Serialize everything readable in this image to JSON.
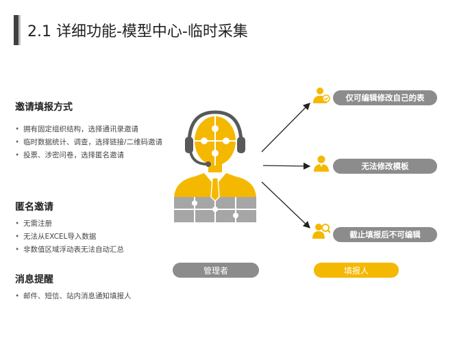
{
  "title": "2.1 详细功能-模型中心-临时采集",
  "sections": [
    {
      "title": "邀请填报方式",
      "items": [
        "拥有固定组织结构，选择通讯录邀请",
        "临时数据统计、调查，选择链接/二维码邀请",
        "投票、涉密问卷，选择匿名邀请"
      ]
    },
    {
      "title": "匿名邀请",
      "items": [
        "无需注册",
        "无法从EXCEL导入数据",
        "非数值区域浮动表无法自动汇总"
      ]
    },
    {
      "title": "消息提醒",
      "items": [
        "邮件、短信、站内消息通知填报人"
      ]
    }
  ],
  "outcomes": [
    "仅可编辑修改自己的表",
    "无法修改模板",
    "截止填报后不可编辑"
  ],
  "roles": {
    "manager": "管理者",
    "reporter": "填报人"
  },
  "colors": {
    "accent": "#f5b800",
    "gray": "#8c8c8c",
    "dark": "#404040"
  },
  "icons": {
    "figure": "headset-puzzle-person-icon",
    "outcome_1": "user-check-icon",
    "outcome_2": "user-icon",
    "outcome_3": "user-search-icon"
  }
}
